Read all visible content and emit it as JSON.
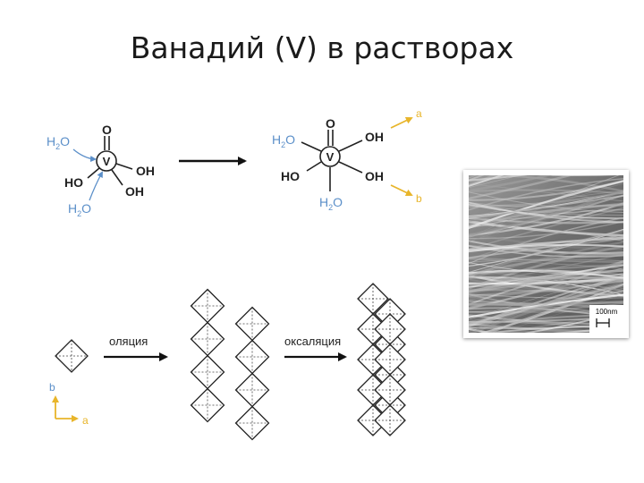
{
  "slide": {
    "title": "Ванадий (V) в растворах"
  },
  "left_structure": {
    "center": "V",
    "oxo": "O",
    "ligands": [
      "OH",
      "OH",
      "HO"
    ],
    "water_top": {
      "base": "H",
      "sub": "2",
      "tail": "O"
    },
    "water_bottom": {
      "base": "H",
      "sub": "2",
      "tail": "O"
    }
  },
  "right_structure": {
    "center": "V",
    "oxo": "O",
    "oh_top": "OH",
    "oh_bottom": "OH",
    "ho_left": "HO",
    "water_left": {
      "base": "H",
      "sub": "2",
      "tail": "O"
    },
    "water_bottom": {
      "base": "H",
      "sub": "2",
      "tail": "O"
    },
    "axis_a": "a",
    "axis_b": "b"
  },
  "process": {
    "step1": "оляция",
    "step2": "оксаляция",
    "axis_b": "b",
    "axis_a": "a"
  },
  "micrograph": {
    "scale_label": "100nm"
  },
  "colors": {
    "water": "#5b8fc9",
    "axis": "#e8b52a",
    "line": "#222222"
  }
}
